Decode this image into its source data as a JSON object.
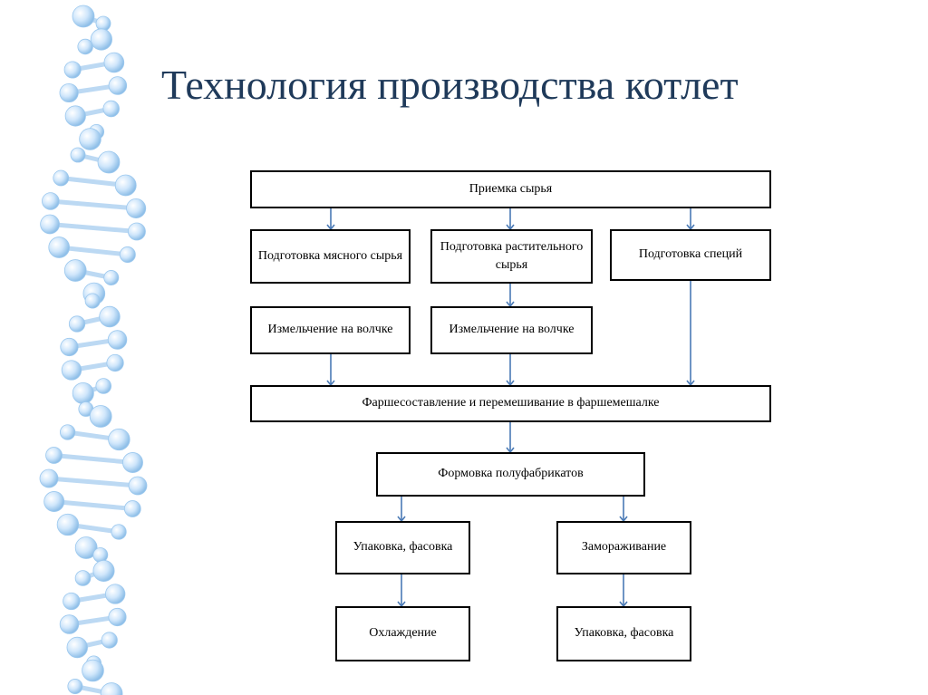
{
  "slide": {
    "title": "Технология производства котлет"
  },
  "flow": {
    "priemka": "Приемка сырья",
    "meat_prep": "Подготовка мясного сырья",
    "veg_prep": "Подготовка растительного сырья",
    "spice_prep": "Подготовка специй",
    "mince_meat": "Измельчение на волчке",
    "mince_veg": "Измельчение на волчке",
    "farsh": "Фаршесоставление и перемешивание в фаршемешалке",
    "formovka": "Формовка полуфабрикатов",
    "pack1": "Упаковка, фасовка",
    "freeze": "Замораживание",
    "cool": "Охлаждение",
    "pack2": "Упаковка, фасовка"
  },
  "colors": {
    "title": "#1f3a5a",
    "arrow": "#4a7ab5",
    "border": "#000000"
  }
}
